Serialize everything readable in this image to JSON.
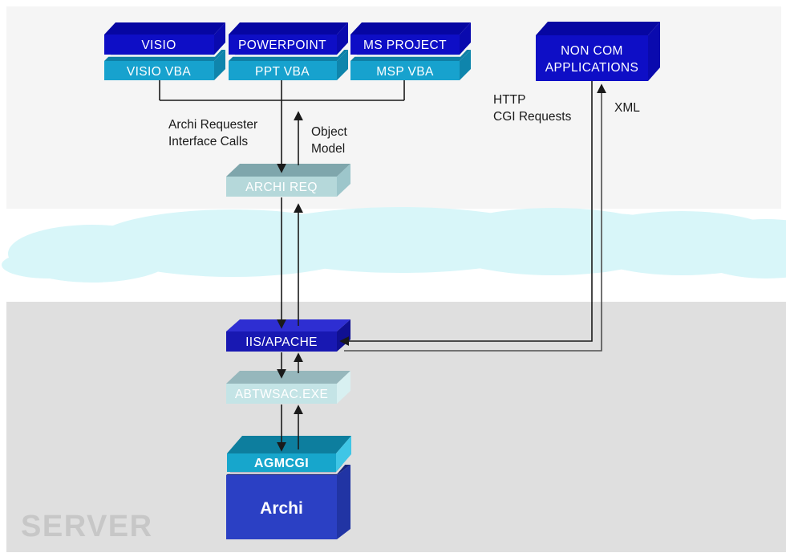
{
  "boxes": {
    "visio": "VISIO",
    "powerpoint": "POWERPOINT",
    "msproject": "MS PROJECT",
    "visio_vba": "VISIO VBA",
    "ppt_vba": "PPT VBA",
    "msp_vba": "MSP VBA",
    "non_com_line1": "NON COM",
    "non_com_line2": "APPLICATIONS",
    "archi_req": "ARCHI REQ",
    "iis": "IIS/APACHE",
    "abtwsac": "ABTWSAC.EXE",
    "agmcgi": "AGMCGI",
    "archi": "Archi"
  },
  "labels": {
    "requester_line1": "Archi Requester",
    "requester_line2": "Interface Calls",
    "object_line1": "Object",
    "object_line2": "Model",
    "http_line1": "HTTP",
    "http_line2": "CGI Requests",
    "xml": "XML",
    "server": "SERVER"
  },
  "colors": {
    "office_blue_front": "#0e0ec6",
    "office_blue_top": "#0606a2",
    "vba_cyan_front": "#17a2ce",
    "agmcgi_cyan_front": "#17a6cc",
    "iis_blue_front": "#1818b2",
    "archi_blue_front": "#2b40c4",
    "archi_req_teal_front": "#b5d8da",
    "abtwsac_teal_front": "#c4e4e6",
    "cloud": "#d8f6f9",
    "panel_top": "#f5f5f5",
    "panel_bottom": "#dfdfdf",
    "server_text": "#c7c7c7",
    "connector_line": "#1a1a1a"
  }
}
